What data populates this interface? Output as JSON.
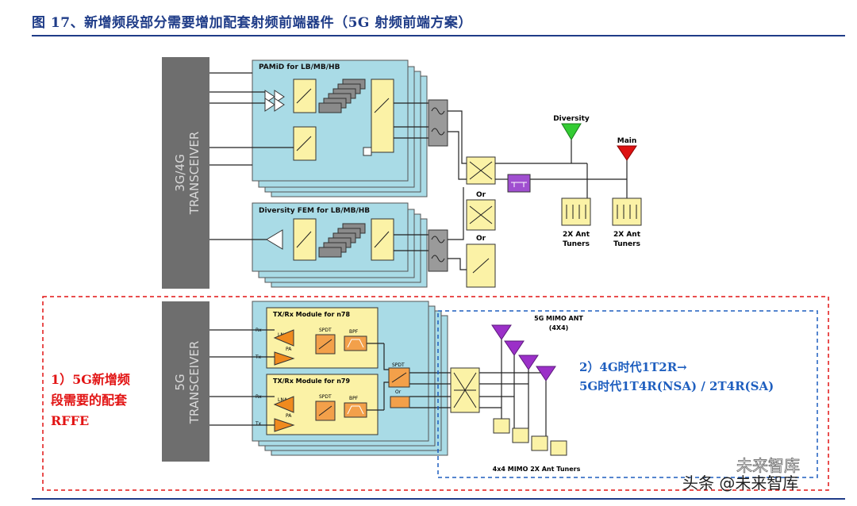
{
  "title": "图 17、新增频段部分需要增加配套射频前端器件（5G 射频前端方案）",
  "top": {
    "transceiver_label_line1": "3G/4G",
    "transceiver_label_line2": "TRANSCEIVER",
    "pamid_label": "PAMiD for LB/MB/HB",
    "diversity_fem_label": "Diversity FEM for LB/MB/HB",
    "diversity_ant_label": "Diversity",
    "main_ant_label": "Main",
    "or_label_1": "Or",
    "or_label_2": "Or",
    "tuner1_line1": "2X Ant",
    "tuner1_line2": "Tuners",
    "tuner2_line1": "2X Ant",
    "tuner2_line2": "Tuners"
  },
  "bottom": {
    "transceiver_label_line1": "5G",
    "transceiver_label_line2": "TRANSCEIVER",
    "module_n78_label": "TX/Rx Module for n78",
    "module_n79_label": "TX/Rx Module for n79",
    "rx_label": "Rx",
    "tx_label": "Tx",
    "lna_label": "LNA",
    "pa_label": "PA",
    "spdt_label": "SPDT",
    "bpf_label": "BPF",
    "or_label": "Or",
    "mimo_ant_line1": "5G MIMO ANT",
    "mimo_ant_line2": "(4X4)",
    "mimo_tuners_label": "4x4 MIMO 2X Ant Tuners"
  },
  "annotations": {
    "red_line1": "1）5G新增频",
    "red_line2": "段需要的配套",
    "red_line3": "RFFE",
    "blue_line1": "2）4G时代1T2R→",
    "blue_line2": "5G时代1T4R(NSA) / 2T4R(SA)"
  },
  "watermark": {
    "source": "头条 @未来智库",
    "brand": "未来智库"
  },
  "colors": {
    "title_blue": "#1f3c88",
    "transceiver_gray": "#6e6e6e",
    "module_cyan": "#a9dbe6",
    "block_yellow": "#fbf2a6",
    "annotation_red": "#e21414",
    "annotation_blue": "#1f5fbf",
    "diversity_green": "#33cc33",
    "main_red": "#dd1111",
    "mimo_purple": "#9b30c8",
    "pa_orange": "#f08a1e"
  }
}
